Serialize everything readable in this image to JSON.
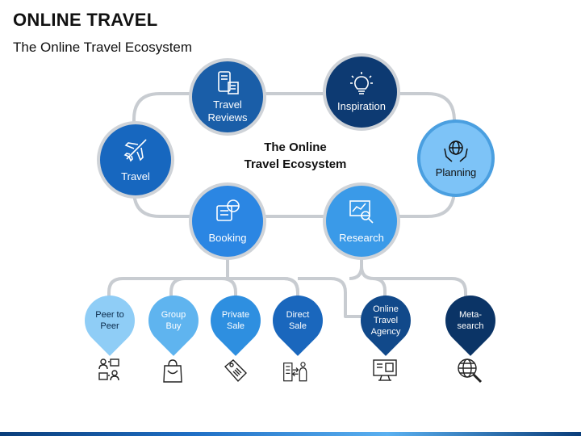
{
  "header": {
    "title": "ONLINE TRAVEL",
    "subtitle": "The Online Travel Ecosystem"
  },
  "diagram": {
    "center_label_line1": "The Online",
    "center_label_line2": "Travel Ecosystem",
    "hubs": [
      {
        "id": "travel-reviews",
        "line1": "Travel",
        "line2": "Reviews",
        "icon": "review-phone-icon",
        "color": "#1a5ea8"
      },
      {
        "id": "inspiration",
        "line1": "Inspiration",
        "line2": "",
        "icon": "lightbulb-icon",
        "color": "#0d3a72"
      },
      {
        "id": "travel",
        "line1": "Travel",
        "line2": "",
        "icon": "airplane-icon",
        "color": "#1767bf"
      },
      {
        "id": "planning",
        "line1": "Planning",
        "line2": "",
        "icon": "globe-hands-icon",
        "color": "#7dc3f7"
      },
      {
        "id": "booking",
        "line1": "Booking",
        "line2": "",
        "icon": "booking-icon",
        "color": "#2b86e3"
      },
      {
        "id": "research",
        "line1": "Research",
        "line2": "",
        "icon": "research-chart-icon",
        "color": "#3a9ae8"
      }
    ],
    "sub_items": [
      {
        "id": "peer-to-peer",
        "line1": "Peer to",
        "line2": "Peer",
        "line3": "",
        "color": "#8fcdf6",
        "text_color": "#0b2a4a",
        "icon": "people-exchange-icon"
      },
      {
        "id": "group-buy",
        "line1": "Group",
        "line2": "Buy",
        "line3": "",
        "color": "#5fb4ef",
        "text_color": "#ffffff",
        "icon": "shopping-bag-icon"
      },
      {
        "id": "private-sale",
        "line1": "Private",
        "line2": "Sale",
        "line3": "",
        "color": "#2e8fe0",
        "text_color": "#ffffff",
        "icon": "price-tag-icon"
      },
      {
        "id": "direct-sale",
        "line1": "Direct",
        "line2": "Sale",
        "line3": "",
        "color": "#1a67bd",
        "text_color": "#ffffff",
        "icon": "store-exchange-icon"
      },
      {
        "id": "online-travel-agency",
        "line1": "Online",
        "line2": "Travel",
        "line3": "Agency",
        "color": "#11498a",
        "text_color": "#ffffff",
        "icon": "monitor-icon"
      },
      {
        "id": "meta-search",
        "line1": "Meta-",
        "line2": "search",
        "line3": "",
        "color": "#0b3466",
        "text_color": "#ffffff",
        "icon": "globe-search-icon"
      }
    ]
  },
  "colors": {
    "connector": "#c8ccd1",
    "icon_stroke": "#ffffff",
    "sub_icon_stroke": "#222222"
  }
}
